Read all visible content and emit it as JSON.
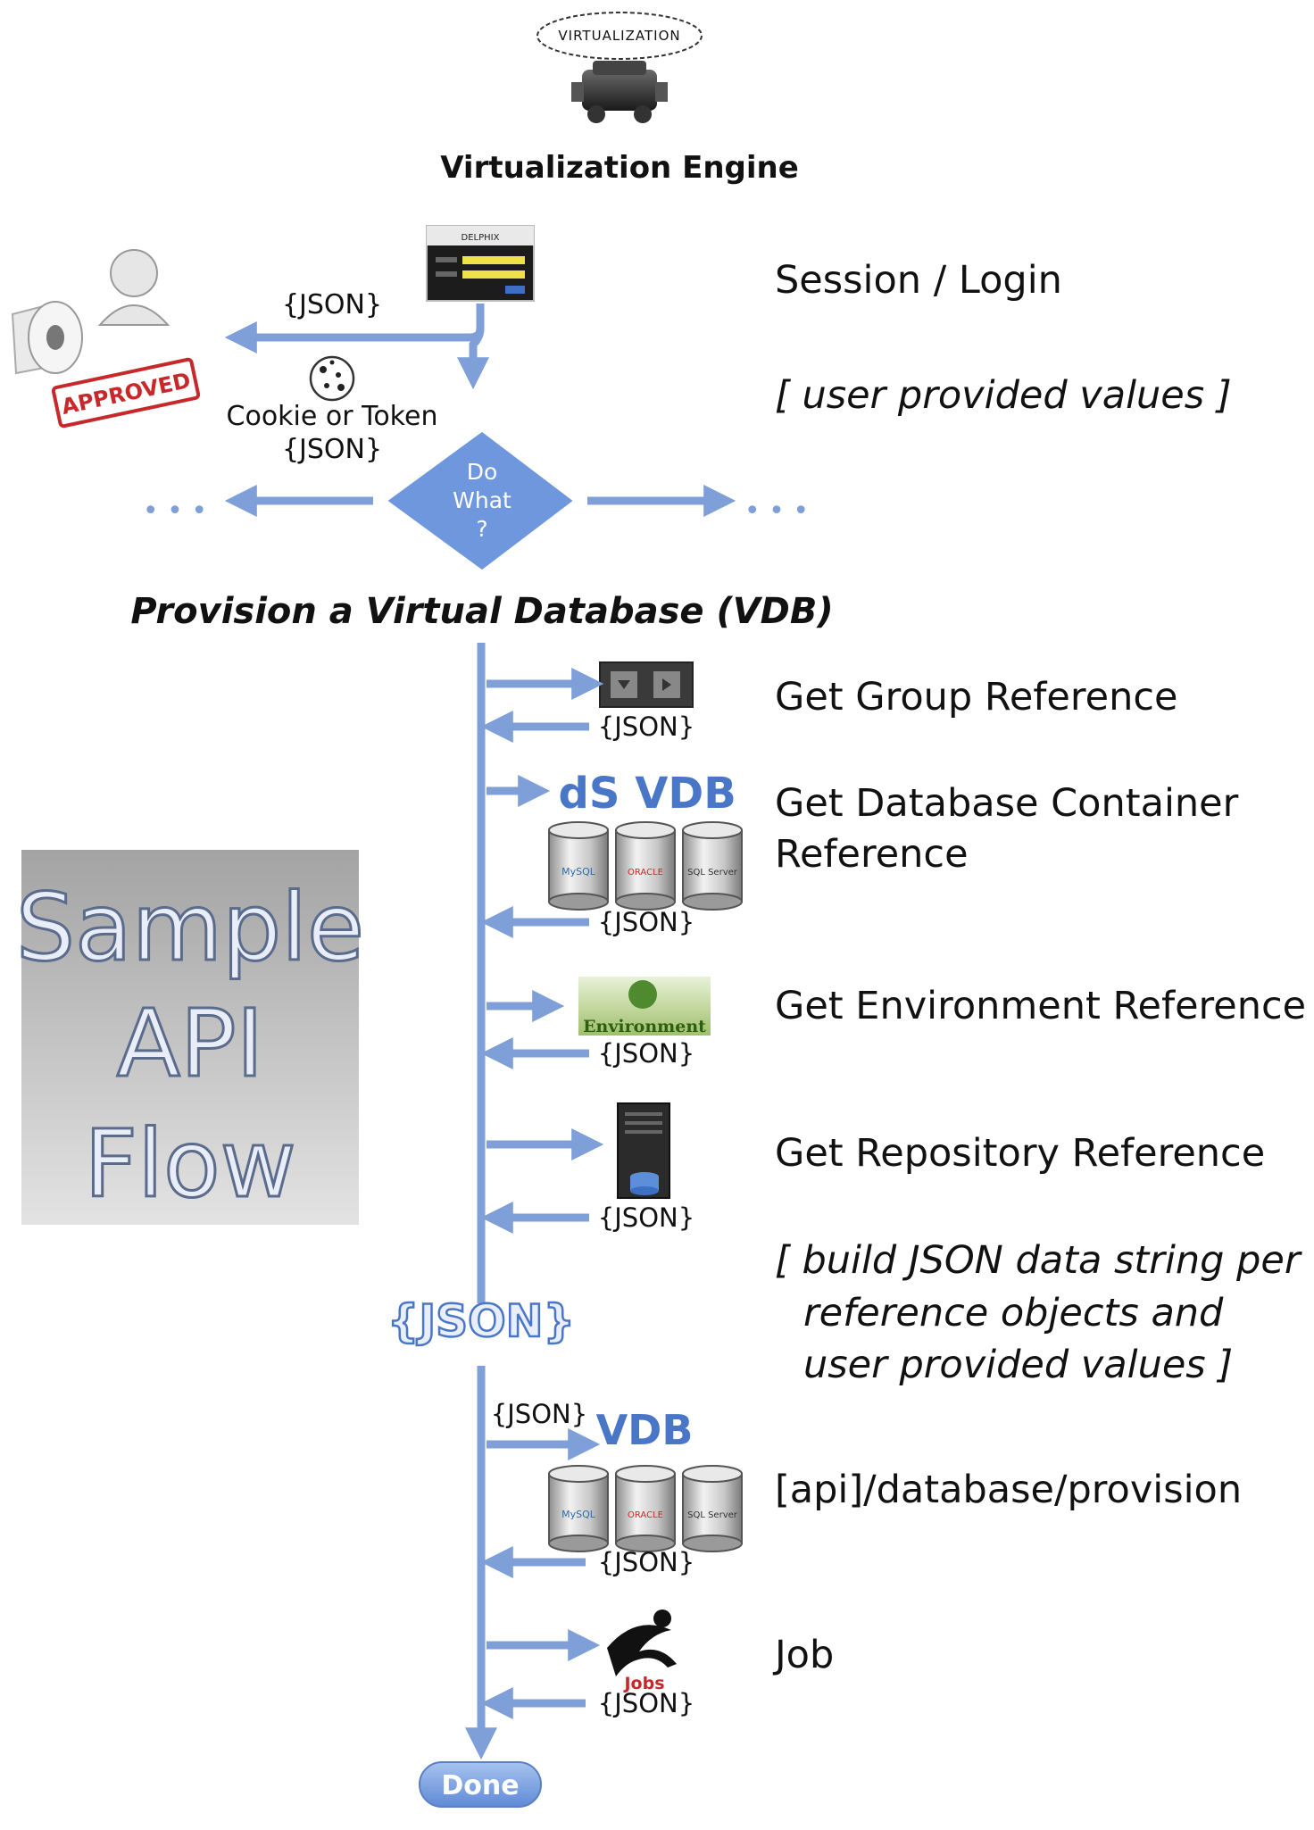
{
  "header": {
    "cloud_label": "VIRTUALIZATION",
    "engine_label": "Virtualization Engine"
  },
  "login": {
    "json_out": "{JSON}",
    "approved_stamp": "APPROVED",
    "cookie_label": "Cookie or Token",
    "cookie_json": "{JSON}",
    "session_label": "Session / Login",
    "user_values_label": "[ user provided values ]",
    "panel_logo": "DELPHIX"
  },
  "decision": {
    "line1": "Do",
    "line2": "What",
    "line3": "?",
    "left_ellipsis": "• • •",
    "right_ellipsis": "• • •"
  },
  "flow_title": "Provision a Virtual Database (VDB)",
  "steps": [
    {
      "label": "Get Group Reference",
      "json": "{JSON}"
    },
    {
      "label_line1": "Get Database Container",
      "label_line2": "Reference",
      "json": "{JSON}",
      "icon_ds": "dS",
      "icon_vdb": "VDB"
    },
    {
      "label": "Get Environment Reference",
      "json": "{JSON}",
      "icon_text": "Environment"
    },
    {
      "label": "Get Repository Reference",
      "json": "{JSON}"
    }
  ],
  "build_note": {
    "line1": "[ build JSON data string per",
    "line2": "reference objects and",
    "line3": "user provided values ]"
  },
  "big_json": "{JSON}",
  "provision": {
    "json_in": "{JSON}",
    "icon_vdb": "VDB",
    "label": "[api]/database/provision",
    "json_out": "{JSON}"
  },
  "db_labels": {
    "mysql": "MySQL",
    "oracle": "ORACLE",
    "sqlserver": "SQL Server"
  },
  "job": {
    "label": "Job",
    "icon_text": "Jobs",
    "json": "{JSON}"
  },
  "done_label": "Done",
  "sample_box": {
    "line1": "Sample",
    "line2": "API",
    "line3": "Flow"
  },
  "colors": {
    "arrow": "#7f9fd9",
    "arrow_dark": "#5a7fc4",
    "diamond": "#6f97dd",
    "vdb_text": "#4a76c8"
  }
}
